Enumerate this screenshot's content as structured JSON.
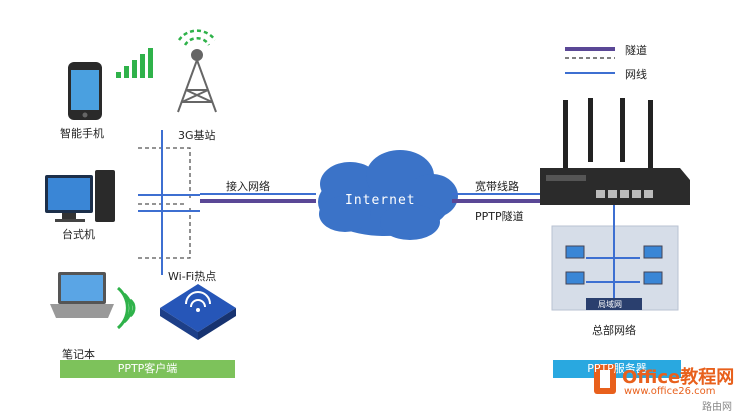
{
  "legend": {
    "tunnel_label": "隧道",
    "wire_label": "网线",
    "tunnel_color": "#5a4796",
    "wire_color": "#3d6fd1"
  },
  "devices": {
    "phone_label": "智能手机",
    "tower_label": "3G基站",
    "desktop_label": "台式机",
    "wifi_label": "Wi-Fi热点",
    "laptop_label": "笔记本",
    "lan_label": "局域网",
    "hq_label": "总部网络"
  },
  "links": {
    "access_label": "接入网络",
    "broadband_label": "宽带线路",
    "pptp_tunnel_label": "PPTP隧道"
  },
  "cloud": {
    "label": "Internet",
    "color": "#3b73c8"
  },
  "client_bar": {
    "label": "PPTP客户端",
    "color": "#7dc25b"
  },
  "server_bar": {
    "label": "PPTP服务器",
    "color": "#29a8e0"
  },
  "watermark": {
    "brand": "Office教程网",
    "url": "www.office26.com",
    "corner": "路由网"
  }
}
